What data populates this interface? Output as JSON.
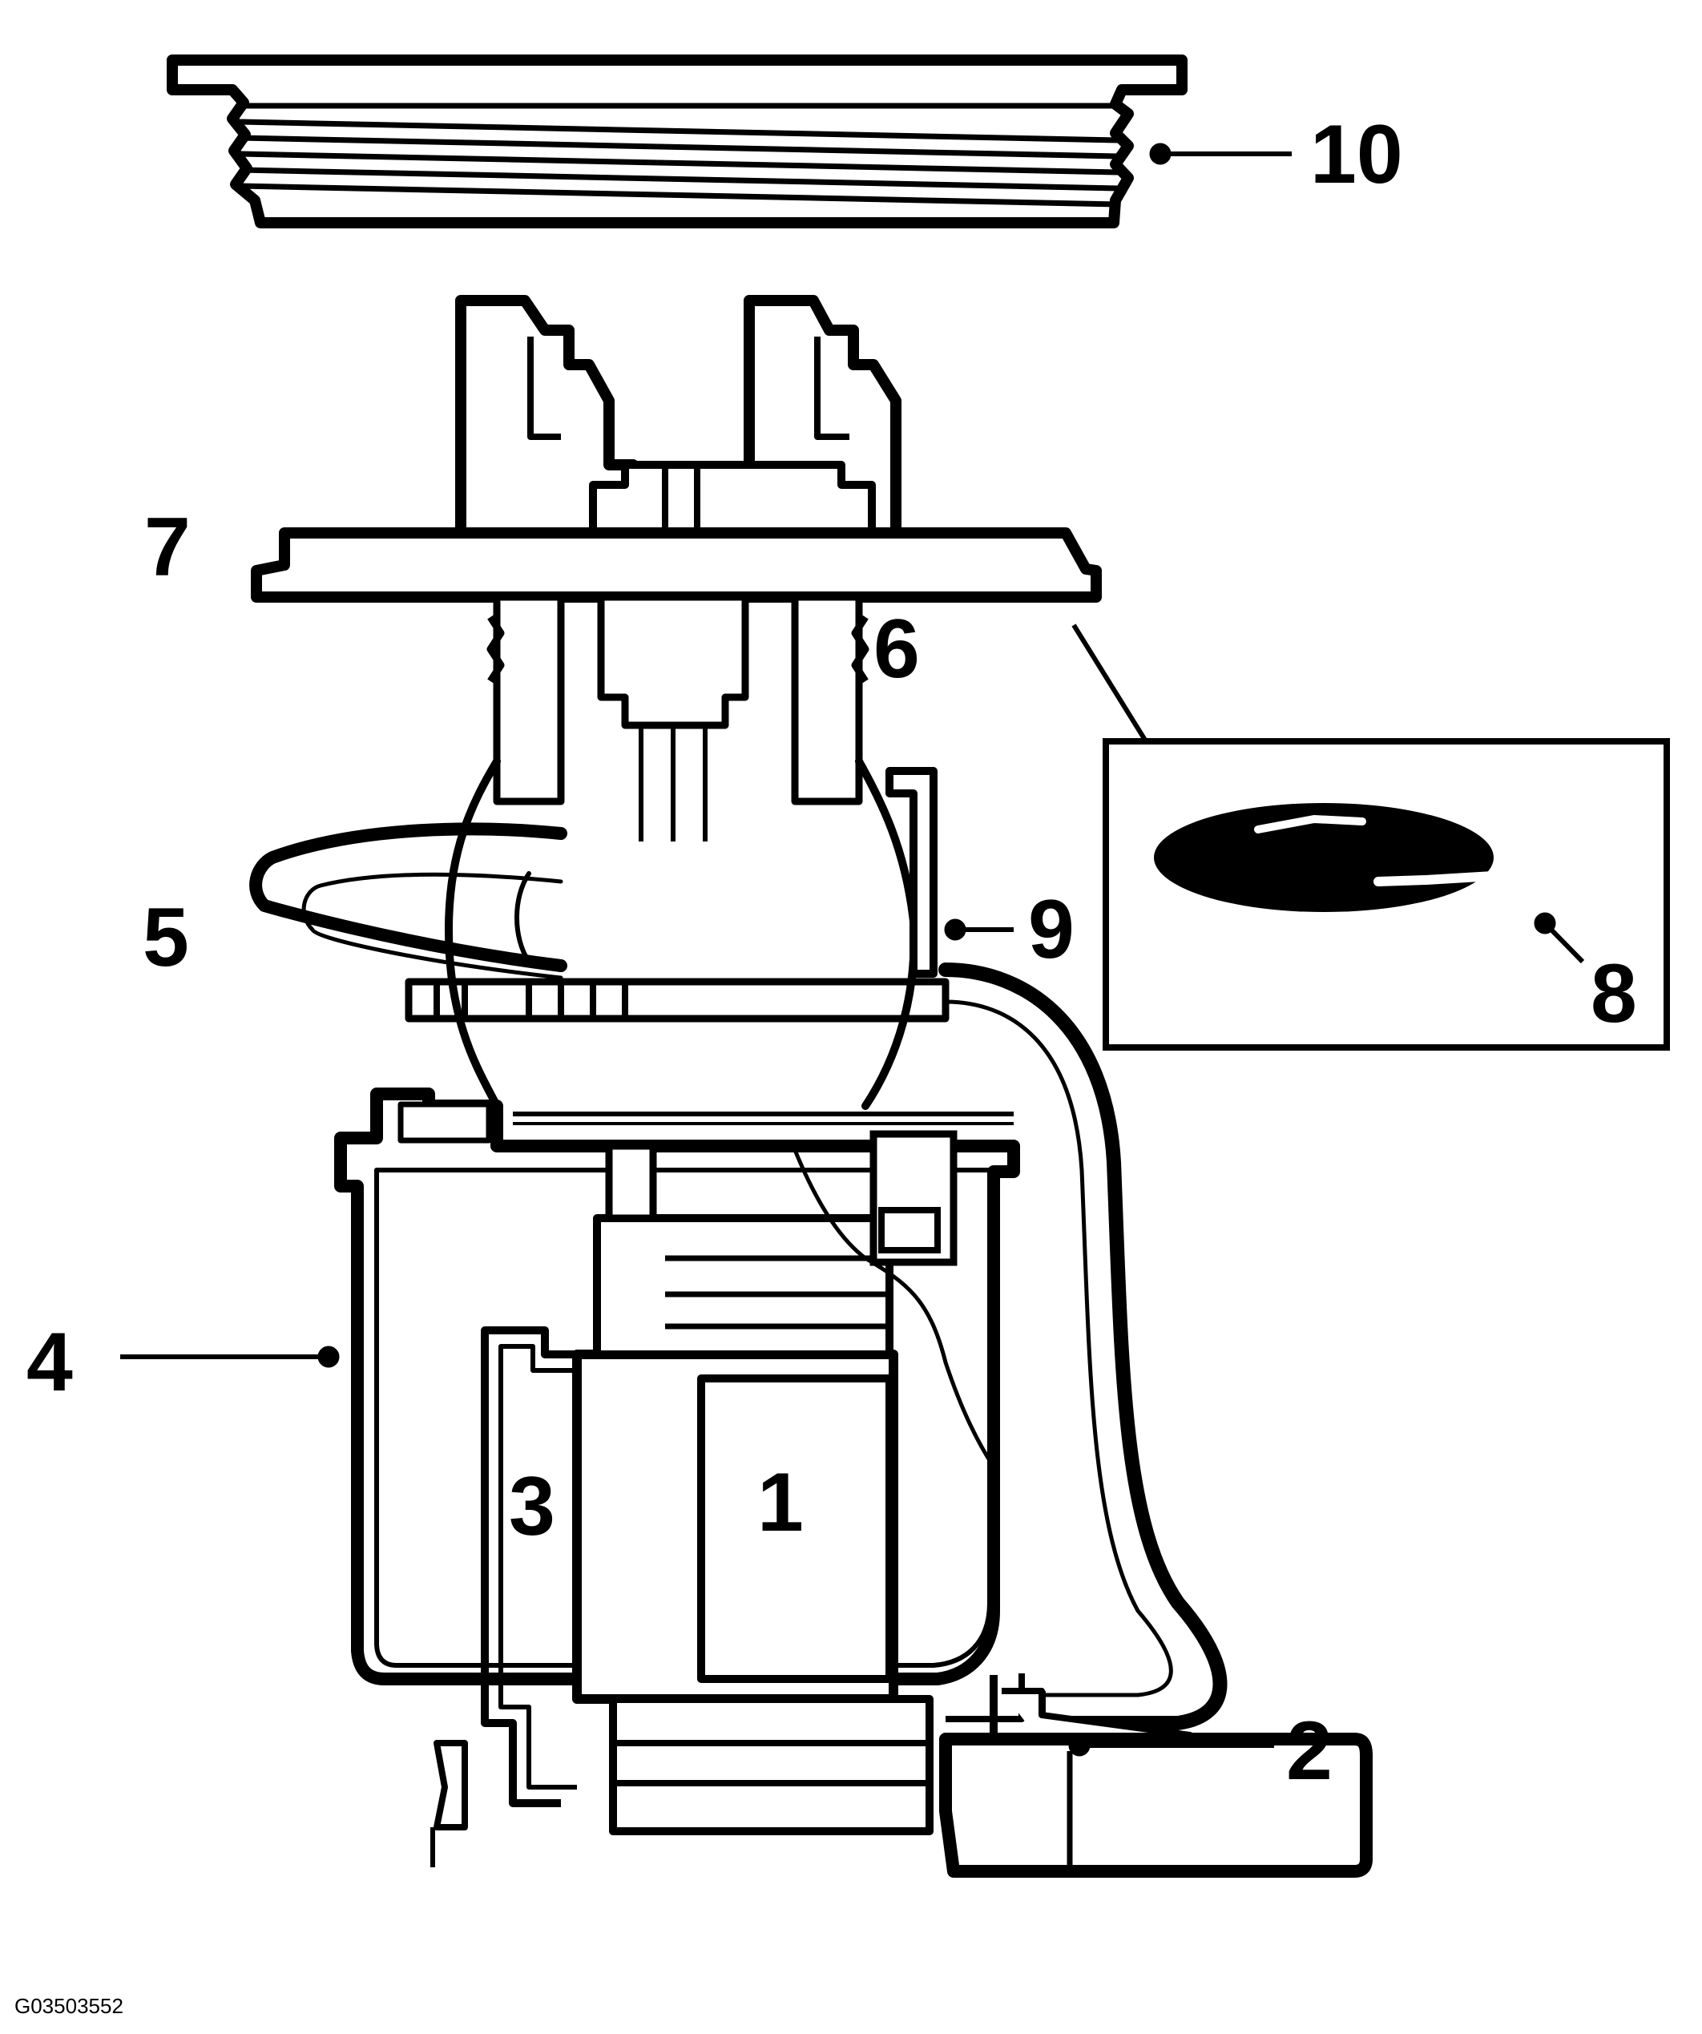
{
  "figure": {
    "id_label": "G03503552",
    "ink_color": "#000000",
    "paper_color": "#ffffff"
  },
  "callouts": {
    "c1": "1",
    "c2": "2",
    "c3": "3",
    "c4": "4",
    "c5": "5",
    "c6": "6",
    "c7": "7",
    "c8": "8",
    "c9": "9",
    "c10": "10"
  }
}
